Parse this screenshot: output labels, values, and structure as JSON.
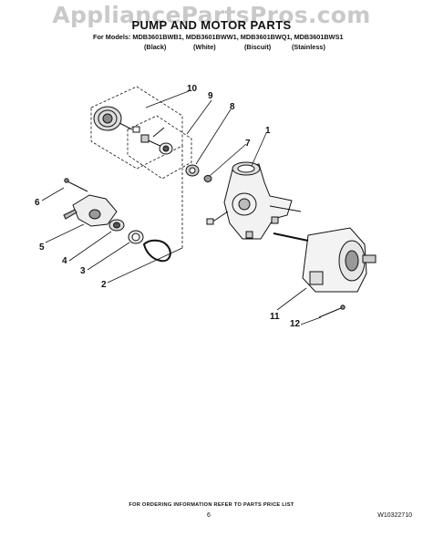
{
  "watermark": "AppliancePartsPros.com",
  "title": "PUMP AND MOTOR PARTS",
  "models_line": "For Models: MDB3601BWB1, MDB3601BWW1, MDB3601BWQ1, MDB3601BWS1",
  "colors": [
    "(Black)",
    "(White)",
    "(Biscuit)",
    "(Stainless)"
  ],
  "callouts": [
    "1",
    "2",
    "3",
    "4",
    "5",
    "6",
    "7",
    "8",
    "9",
    "10",
    "11",
    "12"
  ],
  "footer": {
    "note": "FOR ORDERING INFORMATION REFER TO PARTS PRICE LIST",
    "page": "6",
    "doc_number": "W10322710"
  }
}
